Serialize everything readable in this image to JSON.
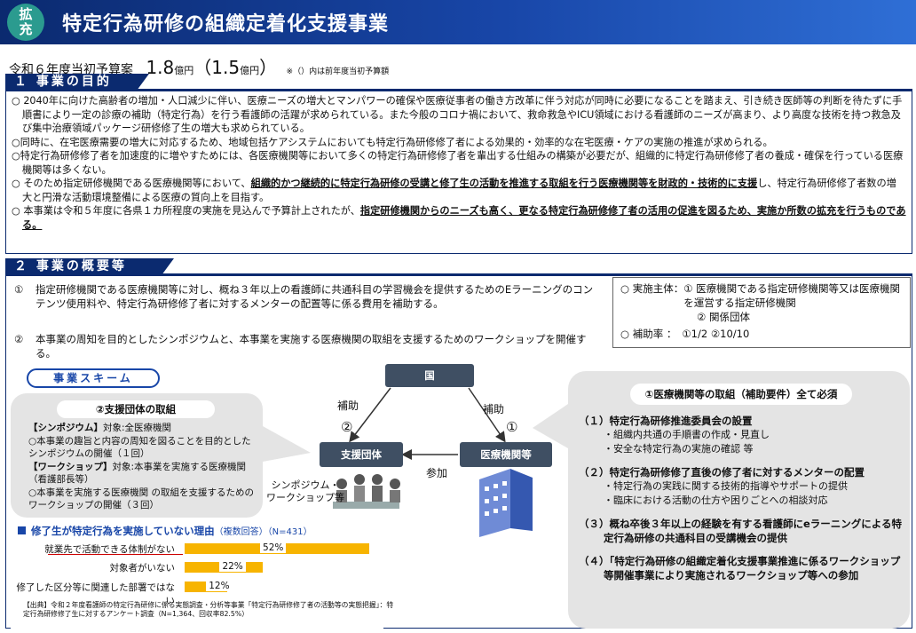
{
  "header": {
    "badge": "拡充",
    "title": "特定行為研修の組織定着化支援事業"
  },
  "budget": {
    "label": "令和６年度当初予算案",
    "amount": "1.8",
    "unit": "億円",
    "prev_open": "（",
    "prev": "1.5",
    "prev_close": "）",
    "note": "※（）内は前年度当初予算額"
  },
  "section1": {
    "title": "１ 事業の目的",
    "p1": "○ 2040年に向けた高齢者の増加・人口減少に伴い、医療ニーズの増大とマンパワーの確保や医療従事者の働き方改革に伴う対応が同時に必要になることを踏まえ、引き続き医師等の判断を待たずに手順書により一定の診療の補助（特定行為）を行う看護師の活躍が求められている。また今般のコロナ禍において、救命救急やICU領域における看護師のニーズが高まり、より高度な技術を持つ救急及び集中治療領域パッケージ研修修了生の増大も求められている。",
    "p2": "○同時に、在宅医療需要の増大に対応するため、地域包括ケアシステムにおいても特定行為研修修了者による効果的・効率的な在宅医療・ケアの実施の推進が求められる。",
    "p3": "○特定行為研修修了者を加速度的に増やすためには、各医療機関等において多くの特定行為研修修了者を輩出する仕組みの構築が必要だが、組織的に特定行為研修修了者の養成・確保を行っている医療機関等は多くない。",
    "p4a": "○ そのため指定研修機関である医療機関等において、",
    "p4b": "組織的かつ継続的に特定行為研修の受講と修了生の活動を推進する取組を行う医療機関等を財政的・技術的に支援",
    "p4c": "し、特定行為研修修了者数の増大と円滑な活動環境整備による医療の質向上を目指す。",
    "p5a": "○ 本事業は令和５年度に各県１カ所程度の実施を見込んで予算計上されたが、",
    "p5b": "指定研修機関からのニーズも高く、更なる特定行為研修修了者の活用の促進を図るため、実施か所数の拡充を行うものである。"
  },
  "section2": {
    "title": "２ 事業の概要等",
    "i1n": "①",
    "i1": "指定研修機関である医療機関等に対し、概ね３年以上の看護師に共通科目の学習機会を提供するためのEラーニングのコンテンツ使用料や、特定行為研修修了者に対するメンターの配置等に係る費用を補助する。",
    "i2n": "②",
    "i2": "本事業の周知を目的としたシンポジウムと、本事業を実施する医療機関の取組を支援するためのワークショップを開催する。"
  },
  "info": {
    "k1": "○ 実施主体：",
    "v1a": "① 医療機関である指定研修機関等又は医療機関を運営する指定研修機関",
    "v1b": "② 関係団体",
    "k2": "○ 補助率 ：",
    "v2": "①1/2 ②10/10"
  },
  "scheme": {
    "label": "事業スキーム",
    "country": "国",
    "support": "支援団体",
    "medical": "医療機関等",
    "hojo_left": "補助",
    "hojo_right": "補助",
    "num2": "②",
    "num1": "①",
    "sanka": "参加",
    "symp": "シンポジウム・\nワークショップ等"
  },
  "support_box": {
    "title": "②支援団体の取組",
    "s_h": "【シンポジウム】",
    "s_t": "対象:全医療機関",
    "s1": "○本事業の趣旨と内容の周知を図ることを目的としたシンポジウムの開催（１回）",
    "w_h": "【ワークショップ】",
    "w_t": "対象:本事業を実施する医療機関（看護部長等）",
    "w1": "○本事業を実施する医療機関 の取組を支援するためのワークショップの開催（３回）"
  },
  "right_box": {
    "title": "①医療機関等の取組（補助要件）全て必須",
    "r1": "（１）特定行為研修推進委員会の設置",
    "r1a": "・組織内共通の手順書の作成・見直し",
    "r1b": "・安全な特定行為の実施の確認 等",
    "r2": "（２）特定行為研修修了直後の修了者に対するメンターの配置",
    "r2a": "・特定行為の実践に関する技術的指導やサポートの提供",
    "r2b": "・臨床における活動の仕方や困りごとへの相談対応",
    "r3": "（３）概ね卒後３年以上の経験を有する看護師にeラーニングによる特定行為研修の共通科目の受講機会の提供",
    "r4": "（４）「特定行為研修の組織定着化支援事業推進に係るワークショップ等開催事業により実施されるワークショップ等への参加"
  },
  "chart_data": {
    "type": "bar",
    "title": "修了生が特定行為を実施していない理由",
    "subtitle": "（複数回答）（N=431）",
    "categories": [
      "就業先で活動できる体制がない",
      "対象者がいない",
      "修了した区分等に関連した部署ではない"
    ],
    "values": [
      52,
      22,
      12
    ],
    "value_labels": [
      "52%",
      "22%",
      "12%"
    ],
    "xlim": [
      0,
      100
    ],
    "bar_color": "#f7b400"
  },
  "source": "【出典】令和２年度看護師の特定行為研修に係る実態調査・分析等事業「特定行為研修修了者の活動等の実態把握」：特定行為研修修了生に対するアンケート調査（N=1,364、回収率82.5%）"
}
